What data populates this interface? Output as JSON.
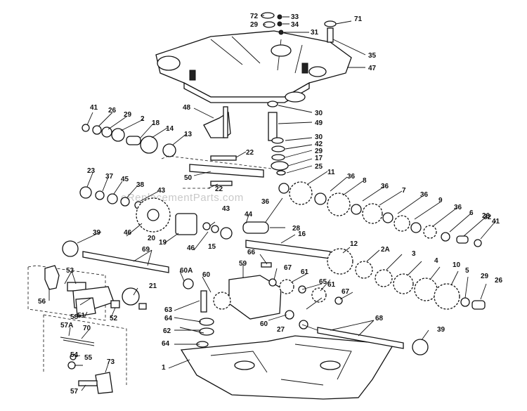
{
  "watermark": "eReplacementParts.com",
  "labels": [
    {
      "id": "72",
      "text": "72"
    },
    {
      "id": "33",
      "text": "33"
    },
    {
      "id": "29a",
      "text": "29"
    },
    {
      "id": "34",
      "text": "34"
    },
    {
      "id": "71",
      "text": "71"
    },
    {
      "id": "31",
      "text": "31"
    },
    {
      "id": "35",
      "text": "35"
    },
    {
      "id": "47",
      "text": "47"
    },
    {
      "id": "41a",
      "text": "41"
    },
    {
      "id": "26a",
      "text": "26"
    },
    {
      "id": "29b",
      "text": "29"
    },
    {
      "id": "2",
      "text": "2"
    },
    {
      "id": "18",
      "text": "18"
    },
    {
      "id": "14",
      "text": "14"
    },
    {
      "id": "13",
      "text": "13"
    },
    {
      "id": "48",
      "text": "48"
    },
    {
      "id": "30a",
      "text": "30"
    },
    {
      "id": "49",
      "text": "49"
    },
    {
      "id": "30b",
      "text": "30"
    },
    {
      "id": "42",
      "text": "42"
    },
    {
      "id": "29c",
      "text": "29"
    },
    {
      "id": "17",
      "text": "17"
    },
    {
      "id": "25",
      "text": "25"
    },
    {
      "id": "22a",
      "text": "22"
    },
    {
      "id": "50",
      "text": "50"
    },
    {
      "id": "22b",
      "text": "22"
    },
    {
      "id": "23",
      "text": "23"
    },
    {
      "id": "37",
      "text": "37"
    },
    {
      "id": "45",
      "text": "45"
    },
    {
      "id": "38",
      "text": "38"
    },
    {
      "id": "43a",
      "text": "43"
    },
    {
      "id": "11",
      "text": "11"
    },
    {
      "id": "36a",
      "text": "36"
    },
    {
      "id": "8",
      "text": "8"
    },
    {
      "id": "36b",
      "text": "36"
    },
    {
      "id": "7",
      "text": "7"
    },
    {
      "id": "36c",
      "text": "36"
    },
    {
      "id": "9",
      "text": "9"
    },
    {
      "id": "36d",
      "text": "36"
    },
    {
      "id": "6",
      "text": "6"
    },
    {
      "id": "32",
      "text": "32"
    },
    {
      "id": "26b",
      "text": "26"
    },
    {
      "id": "41b",
      "text": "41"
    },
    {
      "id": "36e",
      "text": "36"
    },
    {
      "id": "46a",
      "text": "46"
    },
    {
      "id": "43b",
      "text": "43"
    },
    {
      "id": "44",
      "text": "44"
    },
    {
      "id": "28",
      "text": "28"
    },
    {
      "id": "39a",
      "text": "39"
    },
    {
      "id": "20",
      "text": "20"
    },
    {
      "id": "19",
      "text": "19"
    },
    {
      "id": "46b",
      "text": "46"
    },
    {
      "id": "15",
      "text": "15"
    },
    {
      "id": "16",
      "text": "16"
    },
    {
      "id": "12",
      "text": "12"
    },
    {
      "id": "2A",
      "text": "2A"
    },
    {
      "id": "3",
      "text": "3"
    },
    {
      "id": "4",
      "text": "4"
    },
    {
      "id": "10",
      "text": "10"
    },
    {
      "id": "5",
      "text": "5"
    },
    {
      "id": "29d",
      "text": "29"
    },
    {
      "id": "26c",
      "text": "26"
    },
    {
      "id": "69",
      "text": "69"
    },
    {
      "id": "66",
      "text": "66"
    },
    {
      "id": "53",
      "text": "53"
    },
    {
      "id": "60A",
      "text": "60A"
    },
    {
      "id": "60a",
      "text": "60"
    },
    {
      "id": "59",
      "text": "59"
    },
    {
      "id": "67a",
      "text": "67"
    },
    {
      "id": "61a",
      "text": "61"
    },
    {
      "id": "65",
      "text": "65"
    },
    {
      "id": "67b",
      "text": "67"
    },
    {
      "id": "56",
      "text": "56"
    },
    {
      "id": "51",
      "text": "51"
    },
    {
      "id": "21",
      "text": "21"
    },
    {
      "id": "61b",
      "text": "61"
    },
    {
      "id": "58",
      "text": "58"
    },
    {
      "id": "52",
      "text": "52"
    },
    {
      "id": "63",
      "text": "63"
    },
    {
      "id": "64a",
      "text": "64"
    },
    {
      "id": "60b",
      "text": "60"
    },
    {
      "id": "27",
      "text": "27"
    },
    {
      "id": "68",
      "text": "68"
    },
    {
      "id": "57A",
      "text": "57A"
    },
    {
      "id": "70",
      "text": "70"
    },
    {
      "id": "62",
      "text": "62"
    },
    {
      "id": "64b",
      "text": "64"
    },
    {
      "id": "39b",
      "text": "39"
    },
    {
      "id": "54",
      "text": "54"
    },
    {
      "id": "55",
      "text": "55"
    },
    {
      "id": "73",
      "text": "73"
    },
    {
      "id": "1",
      "text": "1"
    },
    {
      "id": "57",
      "text": "57"
    }
  ]
}
